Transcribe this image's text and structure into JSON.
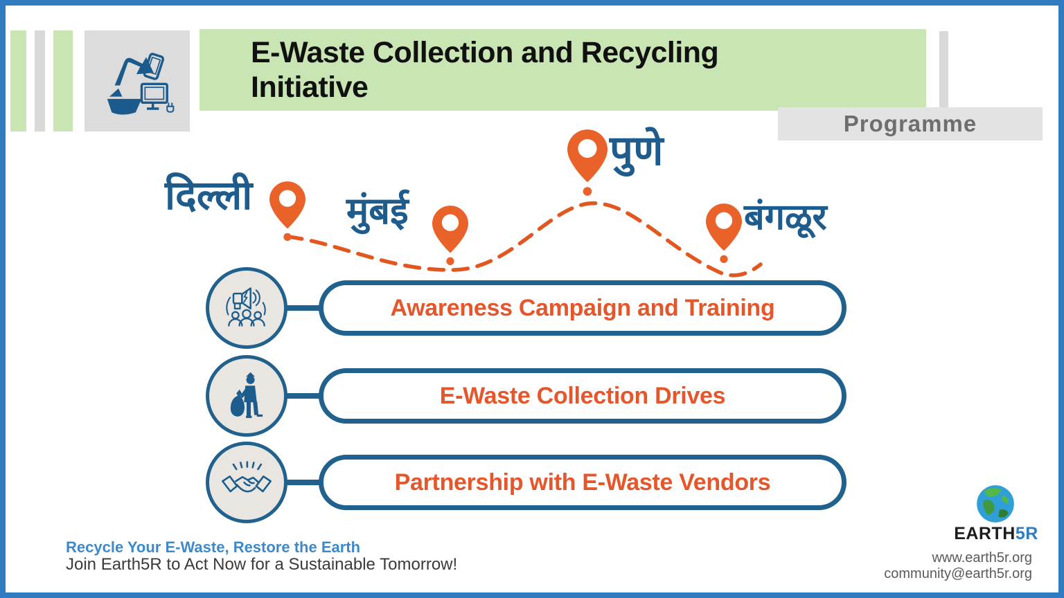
{
  "header": {
    "title_line1": "E-Waste Collection and Recycling",
    "title_line2": "Initiative",
    "badge": "Programme"
  },
  "route": {
    "cities": [
      {
        "label": "दिल्ली"
      },
      {
        "label": "मुंबई"
      },
      {
        "label": "पुणे"
      },
      {
        "label": "बंगळूर"
      }
    ]
  },
  "programme_items": [
    {
      "label": "Awareness Campaign and Training",
      "icon": "megaphone-crowd-icon"
    },
    {
      "label": "E-Waste Collection Drives",
      "icon": "waste-collector-icon"
    },
    {
      "label": "Partnership with E-Waste Vendors",
      "icon": "handshake-icon"
    }
  ],
  "footer": {
    "tagline": "Recycle Your E-Waste, Restore the Earth",
    "subline": "Join Earth5R to Act Now for a Sustainable Tomorrow!",
    "logo_primary": "EARTH",
    "logo_accent": "5R",
    "website": "www.earth5r.org",
    "email": "community@earth5r.org"
  },
  "colors": {
    "frame_blue": "#2f7dc0",
    "band_green": "#c9e5b3",
    "box_gray": "#dcdcdc",
    "badge_gray": "#e3e3e3",
    "badge_text": "#6e6e6e",
    "dark_blue": "#1c5d8d",
    "pill_border_blue": "#20618e",
    "pill_text_orange": "#e5562b",
    "pin_orange": "#e8622a",
    "route_orange": "#e2571f",
    "footer_blue": "#3d89c9",
    "footer_dark": "#3a3a3a",
    "footer_gray": "#5a5a5a"
  }
}
